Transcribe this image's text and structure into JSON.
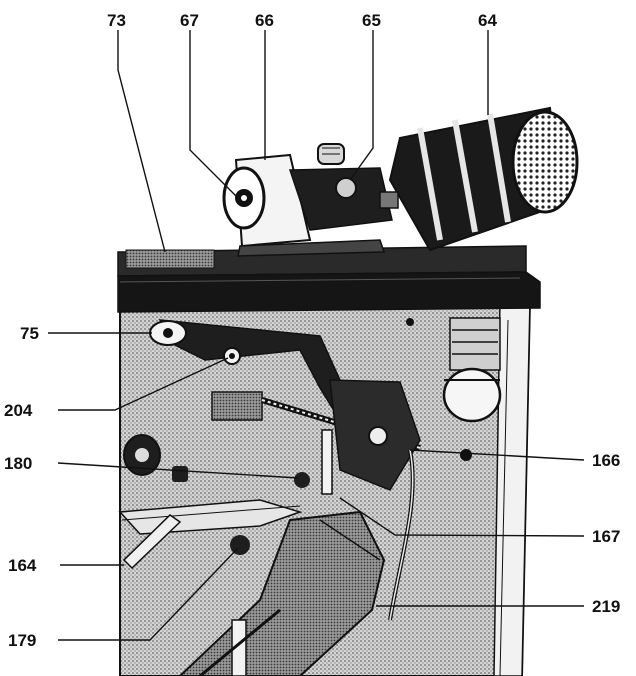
{
  "colors": {
    "ink": "#111111",
    "paper": "#ffffff",
    "housing_gray": "#bdbdbd",
    "panel_dark": "#1c1c1c"
  },
  "callouts": {
    "c73": "73",
    "c67": "67",
    "c66": "66",
    "c65": "65",
    "c64": "64",
    "c75": "75",
    "c204": "204",
    "c180": "180",
    "c164": "164",
    "c179": "179",
    "c166": "166",
    "c167": "167",
    "c219": "219"
  }
}
